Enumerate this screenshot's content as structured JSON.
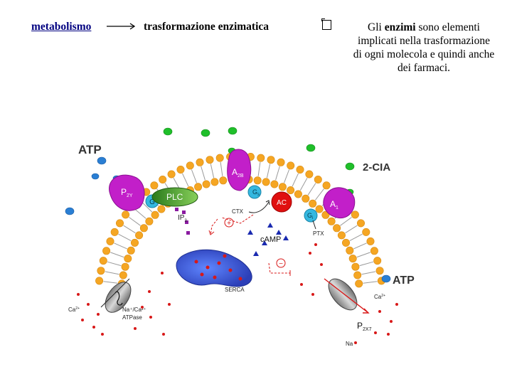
{
  "header": {
    "link_text": "metabolismo",
    "target_text": "trasformazione enzimatica"
  },
  "description": {
    "before": "Gli ",
    "highlight": "enzimi",
    "after": " sono elementi implicati nella trasformazione di ogni molecola e quindi anche dei farmaci."
  },
  "diagram": {
    "atp_top": "ATP",
    "two_cia": "2-CIA",
    "p2y_main": "P",
    "p2y_sub": "2Y",
    "g": "G",
    "plc": "PLC",
    "ip3_main": "IP",
    "ip3_sub": "3",
    "a2b_main": "A",
    "a2b_sub": "2B",
    "gs_main": "G",
    "gs_sub": "s",
    "ac": "AC",
    "ctx": "CTX",
    "gi_main": "G",
    "gi_sub": "i",
    "a1_main": "A",
    "a1_sub": "1",
    "ptx": "PTX",
    "camp": "cAMP",
    "plus": "+",
    "minus": "−",
    "serca": "SERCA",
    "atp_right": "ATP",
    "p2x7_main": "P",
    "p2x7_sub": "2X7",
    "ca_left": "Ca",
    "ca_sup": "2+",
    "naca_line1": "Na⁺/Ca²⁺",
    "naca_line2": "ATPase",
    "ca_right": "Ca",
    "na_right": "Na"
  },
  "colors": {
    "link": "#000080",
    "lipid_head": "#f5a623",
    "receptor": "#c21fc9",
    "plc": "#3f8f2a",
    "ac": "#e01010",
    "g_protein": "#35b8e0",
    "green_ligand": "#1fbf2a",
    "blue_ligand": "#2a7fd4",
    "serca": "#3b57d6",
    "red_dot": "#d81818"
  }
}
